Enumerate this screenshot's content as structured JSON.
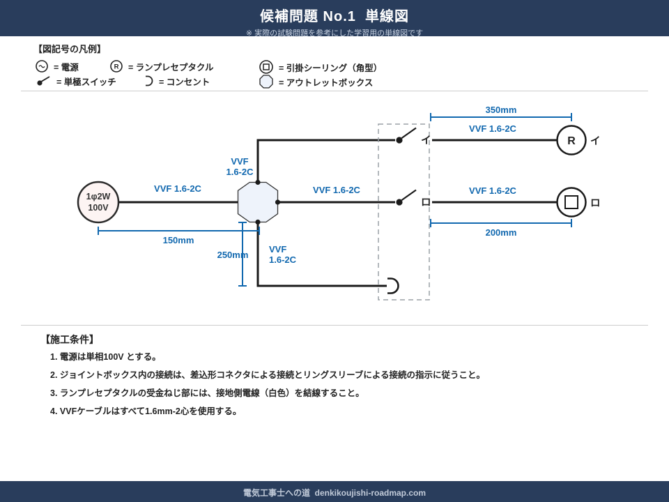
{
  "header": {
    "title": "候補問題 No.1  単線図",
    "subtitle": "※ 実際の試験問題を参考にした学習用の単線図です"
  },
  "legend": {
    "heading": "【図記号の凡例】",
    "items": [
      {
        "icon": "power-source-icon",
        "label": "= 電源"
      },
      {
        "icon": "lamp-receptacle-icon",
        "symbol": "R",
        "label": "= ランプレセプタクル"
      },
      {
        "icon": "ceiling-rosette-icon",
        "label": "= 引掛シーリング（角型）"
      },
      {
        "icon": "single-pole-switch-icon",
        "label": "= 単極スイッチ"
      },
      {
        "icon": "outlet-icon",
        "label": "= コンセント"
      },
      {
        "icon": "outlet-box-icon",
        "label": "= アウトレットボックス"
      }
    ]
  },
  "diagram": {
    "power": {
      "line1": "1φ2W",
      "line2": "100V"
    },
    "labels": {
      "cable_left": "VVF 1.6-2C",
      "cable_top_1": "VVF",
      "cable_top_2": "1.6-2C",
      "cable_mid": "VVF 1.6-2C",
      "cable_right_top": "VVF 1.6-2C",
      "cable_right_mid": "VVF 1.6-2C",
      "cable_bottom_1": "VVF",
      "cable_bottom_2": "1.6-2C",
      "dim_top": "350mm",
      "dim_left": "150mm",
      "dim_vertical": "250mm",
      "dim_bottom": "200mm",
      "switch_i": "イ",
      "switch_ro": "ロ",
      "lamp_letter": "R",
      "lamp_tag": "イ",
      "ceiling_tag": "ロ"
    }
  },
  "conditions": {
    "heading": "【施工条件】",
    "items": [
      {
        "num": "1.",
        "text": "電源は単相100V とする。"
      },
      {
        "num": "2.",
        "text": "ジョイントボックス内の接続は、差込形コネクタによる接続とリングスリーブによる接続の指示に従うこと。"
      },
      {
        "num": "3.",
        "text": "ランプレセプタクルの受金ねじ部には、接地側電線（白色）を結線すること。"
      },
      {
        "num": "4.",
        "text": "VVFケーブルはすべて1.6mm-2心を使用する。"
      }
    ]
  },
  "footer": {
    "text": "電気工事士への道  denkikoujishi-roadmap.com"
  },
  "colors": {
    "navy": "#293d5c",
    "accent_blue": "#1168af",
    "wire": "#1a1a1a",
    "power_fill": "#fdf4f3",
    "box_fill": "#eef3fb"
  }
}
